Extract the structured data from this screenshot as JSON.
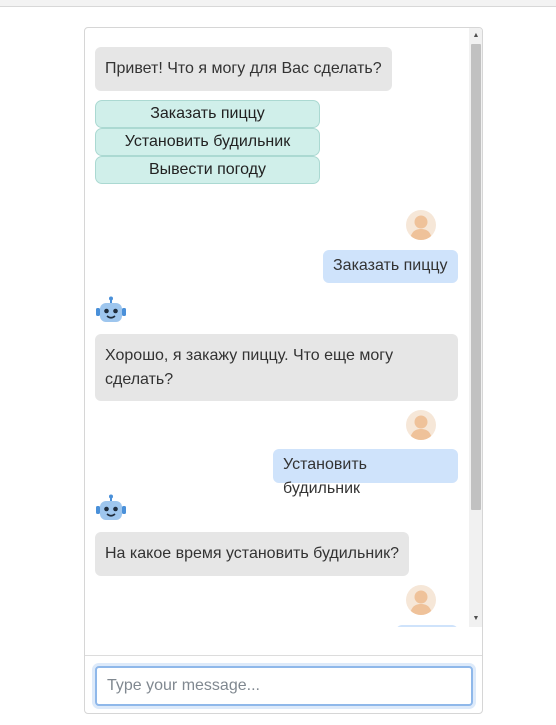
{
  "chat": {
    "greeting": "Привет! Что я могу для Вас сделать?",
    "quick_replies": [
      "Заказать пиццу",
      "Установить будильник",
      "Вывести погоду"
    ],
    "messages": [
      {
        "from": "user",
        "text": "Заказать пиццу"
      },
      {
        "from": "bot",
        "text": "Хорошо, я закажу пиццу. Что еще могу сделать?"
      },
      {
        "from": "user",
        "text": "Установить будильник"
      },
      {
        "from": "bot",
        "text": "На какое время установить будильник?"
      }
    ]
  },
  "composer": {
    "placeholder": "Type your message...",
    "value": ""
  },
  "icons": {
    "user_avatar": "user-avatar-icon",
    "bot_avatar": "robot-avatar-icon",
    "scroll_up": "scroll-up-arrow",
    "scroll_down": "scroll-down-arrow"
  },
  "colors": {
    "bot_bubble": "#e6e6e6",
    "user_bubble": "#cfe3fb",
    "quick_reply": "#d0efea",
    "input_focus": "#8fb8ea"
  }
}
